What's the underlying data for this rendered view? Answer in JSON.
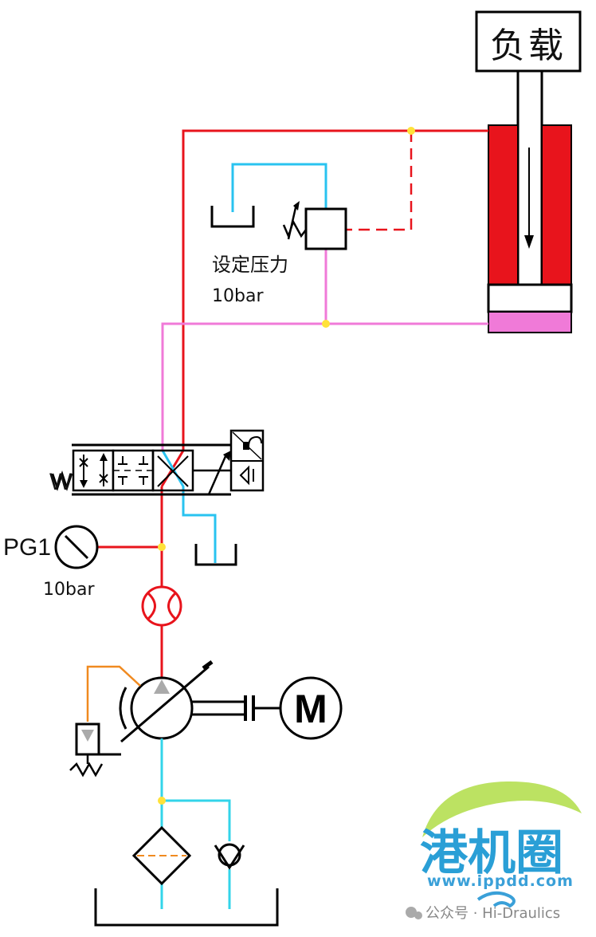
{
  "labels": {
    "load": "负载",
    "relief_setting": "设定压力",
    "relief_pressure": "10bar",
    "gauge_name": "PG1",
    "gauge_pressure": "10bar",
    "motor": "M",
    "solenoid": "W",
    "logo_text": "港机圈",
    "logo_url": "www.ippdd.com",
    "watermark": "公众号 · Hi-Draulics"
  },
  "colors": {
    "pressure_line": "#e8141c",
    "tank_line": "#29c3f0",
    "rod_side_line": "#f07ad8",
    "suction_line": "#33d4ea",
    "pilot_line": "#f08a20",
    "junction": "#ffe23a",
    "cylinder_body": "#e8141c",
    "cylinder_rod_chamber": "#f07ad8"
  }
}
